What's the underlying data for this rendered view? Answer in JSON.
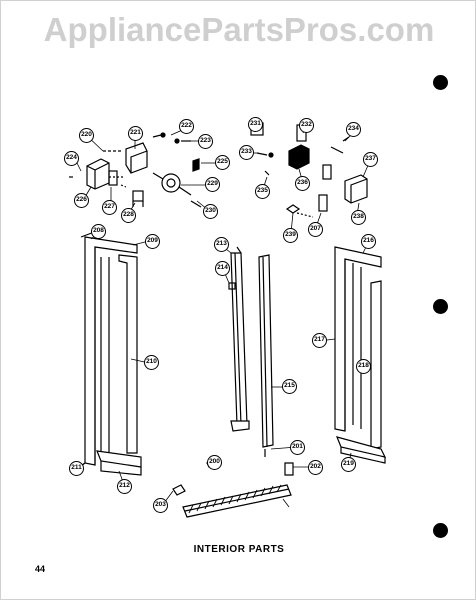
{
  "watermark": "AppliancePartsPros.com",
  "caption": "INTERIOR PARTS",
  "page_number": "44",
  "part_numbers": [
    "220",
    "221",
    "222",
    "223",
    "224",
    "225",
    "226",
    "227",
    "228",
    "229",
    "230",
    "231",
    "232",
    "233",
    "234",
    "235",
    "236",
    "237",
    "238",
    "239",
    "207",
    "208",
    "209",
    "210",
    "211",
    "212",
    "213",
    "214",
    "215",
    "216",
    "217",
    "218",
    "219",
    "200",
    "201",
    "202",
    "203"
  ]
}
